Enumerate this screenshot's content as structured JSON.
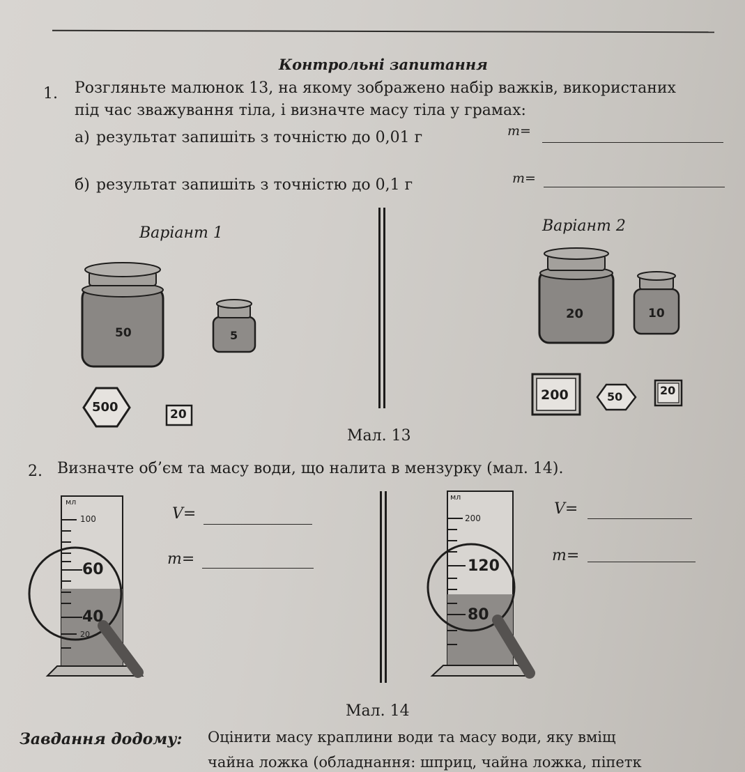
{
  "header": {
    "title": "Контрольні запитання"
  },
  "question1": {
    "number": "1.",
    "text_line1": "Розгляньте малюнок 13, на якому зображено набір важків, використаних",
    "text_line2": "під час зважування тіла, і визначте масу тіла у грамах:",
    "part_a": {
      "label": "а)",
      "text": "результат запишіть з точністю до 0,01 г",
      "answer_label": "m="
    },
    "part_b": {
      "label": "б)",
      "text": "результат запишіть з точністю до 0,1 г",
      "answer_label": "m="
    }
  },
  "figure13": {
    "variant1": {
      "title": "Варіант 1",
      "weights": [
        "50",
        "5",
        "500",
        "20"
      ]
    },
    "variant2": {
      "title": "Варіант 2",
      "weights": [
        "20",
        "10",
        "200",
        "50",
        "20"
      ]
    },
    "caption": "Мал. 13"
  },
  "question2": {
    "number": "2.",
    "text": "Визначте об’єм та масу води, що налита в мензурку (мал. 14).",
    "cylinder1": {
      "unit": "мл",
      "scale_top": "100",
      "mark_high": "60",
      "mark_low": "40",
      "mark_bottom": "20"
    },
    "cylinder2": {
      "unit": "мл",
      "scale_top": "200",
      "mark_high": "120",
      "mark_low": "80"
    },
    "answer_volume_label": "V=",
    "answer_mass_label": "m="
  },
  "figure14": {
    "caption": "Мал. 14"
  },
  "homework": {
    "label": "Завдання додому:",
    "text_line1": "Оцінити масу краплини води та масу води, яку вміщ",
    "text_line2": "чайна ложка (обладнання: шприц, чайна ложка, піпетк"
  }
}
